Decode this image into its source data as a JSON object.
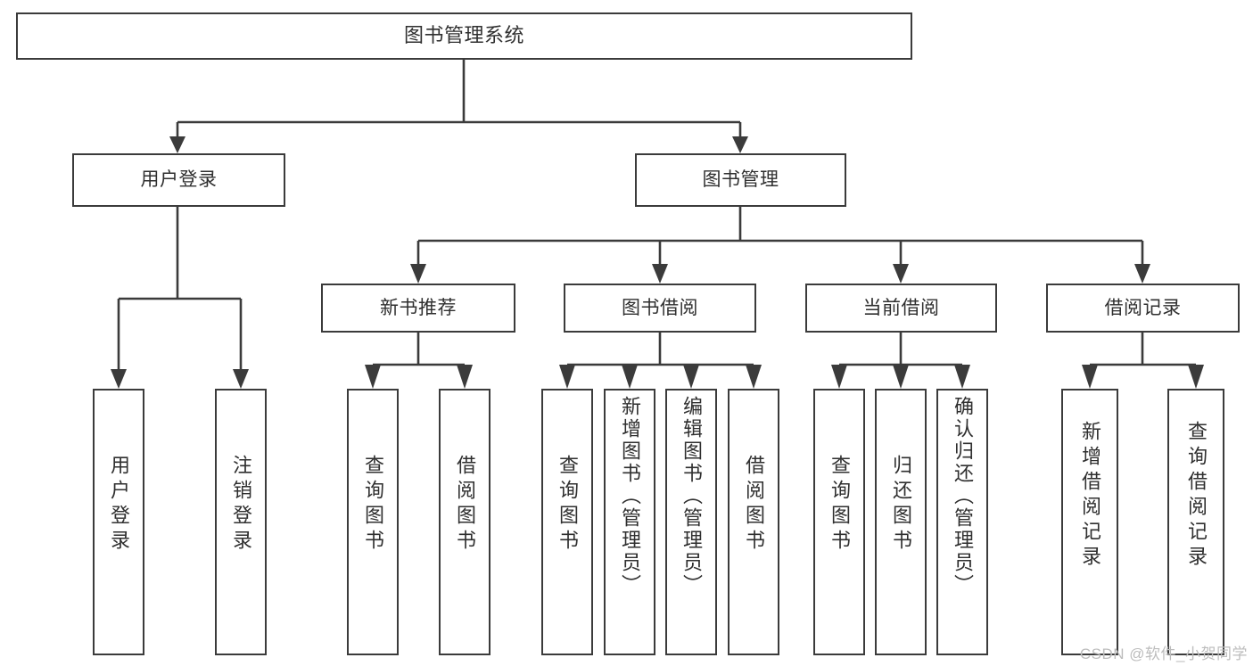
{
  "diagram": {
    "title": "图书管理系统",
    "type": "tree",
    "watermark": "CSDN @软件_小贺同学",
    "colors": {
      "stroke": "#3b3b3b",
      "text": "#2f2f2f",
      "background": "#ffffff",
      "watermark": "#bdbdbd"
    },
    "nodes": {
      "root": {
        "label": "图书管理系统"
      },
      "level1": [
        {
          "label": "用户登录"
        },
        {
          "label": "图书管理"
        }
      ],
      "level2": [
        {
          "label": "新书推荐"
        },
        {
          "label": "图书借阅"
        },
        {
          "label": "当前借阅"
        },
        {
          "label": "借阅记录"
        }
      ],
      "leaves": {
        "user_login": [
          {
            "label": "用户登录"
          },
          {
            "label": "注销登录"
          }
        ],
        "new_book_recommend": [
          {
            "label": "查询图书"
          },
          {
            "label": "借阅图书"
          }
        ],
        "book_borrow": [
          {
            "label": "查询图书"
          },
          {
            "label": "新增图书（管理员）"
          },
          {
            "label": "编辑图书（管理员）"
          },
          {
            "label": "借阅图书"
          }
        ],
        "current_borrow": [
          {
            "label": "查询图书"
          },
          {
            "label": "归还图书"
          },
          {
            "label": "确认归还（管理员）"
          }
        ],
        "borrow_record": [
          {
            "label": "新增借阅记录"
          },
          {
            "label": "查询借阅记录"
          }
        ]
      }
    },
    "edges": [
      {
        "from": "图书管理系统",
        "to": "用户登录"
      },
      {
        "from": "图书管理系统",
        "to": "图书管理"
      },
      {
        "from": "图书管理",
        "to": "新书推荐"
      },
      {
        "from": "图书管理",
        "to": "图书借阅"
      },
      {
        "from": "图书管理",
        "to": "当前借阅"
      },
      {
        "from": "图书管理",
        "to": "借阅记录"
      },
      {
        "from": "用户登录",
        "to": "用户登录"
      },
      {
        "from": "用户登录",
        "to": "注销登录"
      },
      {
        "from": "新书推荐",
        "to": "查询图书"
      },
      {
        "from": "新书推荐",
        "to": "借阅图书"
      },
      {
        "from": "图书借阅",
        "to": "查询图书"
      },
      {
        "from": "图书借阅",
        "to": "新增图书（管理员）"
      },
      {
        "from": "图书借阅",
        "to": "编辑图书（管理员）"
      },
      {
        "from": "图书借阅",
        "to": "借阅图书"
      },
      {
        "from": "当前借阅",
        "to": "查询图书"
      },
      {
        "from": "当前借阅",
        "to": "归还图书"
      },
      {
        "from": "当前借阅",
        "to": "确认归还（管理员）"
      },
      {
        "from": "借阅记录",
        "to": "新增借阅记录"
      },
      {
        "from": "借阅记录",
        "to": "查询借阅记录"
      }
    ]
  }
}
